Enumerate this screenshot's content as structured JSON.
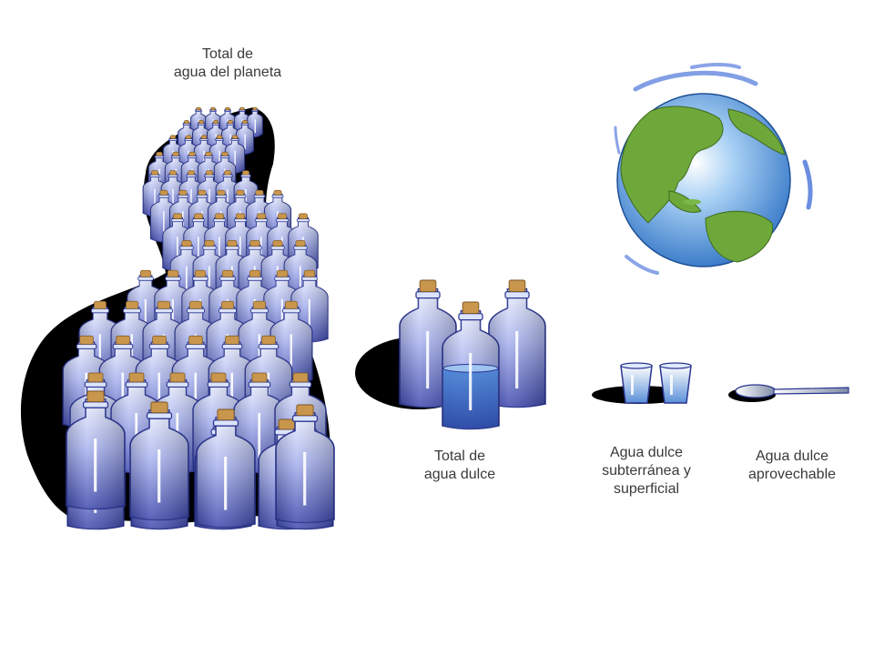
{
  "labels": {
    "total_planet": "Total de\nagua del planeta",
    "fresh_total": "Total de\nagua dulce",
    "fresh_ground_surface": "Agua dulce\nsubterránea y\nsuperficial",
    "fresh_usable": "Agua dulce\naprovechable"
  },
  "icons": {
    "large_group": "bottle-icon",
    "fresh_group": "bottle-icon",
    "glasses": "glass-icon",
    "spoon": "spoon-icon",
    "planet": "earth-globe-icon"
  },
  "colors": {
    "bottle_light": "#e8eeff",
    "bottle_mid": "#8c9be6",
    "bottle_dark": "#4650b4",
    "bottle_outline": "#2a3590",
    "cork": "#c9964d",
    "shadow": "#000000",
    "ocean": "#4b8fd6",
    "land": "#6fa83a",
    "label_text": "#3a3a3a"
  }
}
